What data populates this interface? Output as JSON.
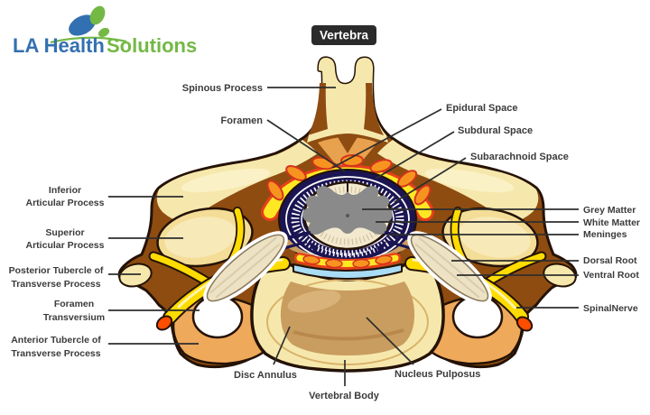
{
  "logo": {
    "brand_blue_text": "LA Health",
    "brand_green_text": "Solutions",
    "icon": "butterfly-leaf-icon"
  },
  "title_badge": "Vertebra",
  "labels": {
    "spinous_process": "Spinous Process",
    "foramen": "Foramen",
    "epidural_space": "Epidural Space",
    "subdural_space": "Subdural Space",
    "subarachnoid_space": "Subarachnoid Space",
    "inferior_articular_line1": "Inferior",
    "inferior_articular_line2": "Articular Process",
    "superior_articular_line1": "Superior",
    "superior_articular_line2": "Articular Process",
    "grey_matter": "Grey Matter",
    "white_matter": "White Matter",
    "meninges": "Meninges",
    "posterior_tubercle_line1": "Posterior Tubercle of",
    "posterior_tubercle_line2": "Transverse Process",
    "dorsal_root": "Dorsal Root",
    "ventral_root": "Ventral Root",
    "foramen_transversium_line1": "Foramen",
    "foramen_transversium_line2": "Transversium",
    "spinal_nerve": "SpinalNerve",
    "anterior_tubercle_line1": "Anterior Tubercle of",
    "anterior_tubercle_line2": "Transverse Process",
    "disc_annulus": "Disc Annulus",
    "nucleus_pulposus": "Nucleus Pulposus",
    "vertebral_body": "Vertebral Body"
  },
  "colors": {
    "bone_pale": "#F6E8AC",
    "bone_light": "#FBF1C6",
    "bone_tan": "#EFA95B",
    "brown": "#8E4C11",
    "outline": "#241206",
    "nerve_yellow": "#FFDC00",
    "nerve_tip_red": "#FF4D00",
    "fat_yellow": "#FFE823",
    "fat_orange": "#F79420",
    "fat_red": "#E8401C",
    "dura_navy": "#1B1553",
    "cord_cream": "#F2E9CF",
    "grey_matter_grey": "#8A8A8A",
    "csf_blue": "#A9DCF5",
    "nucleus_tan": "#C99D5F",
    "ganglion_cream": "#EDE2C4",
    "label_text": "#3B3B3B",
    "brand_blue": "#3370B1",
    "brand_green": "#74B845",
    "badge_bg": "#2B2B2B",
    "badge_text": "#FFFFFF"
  }
}
